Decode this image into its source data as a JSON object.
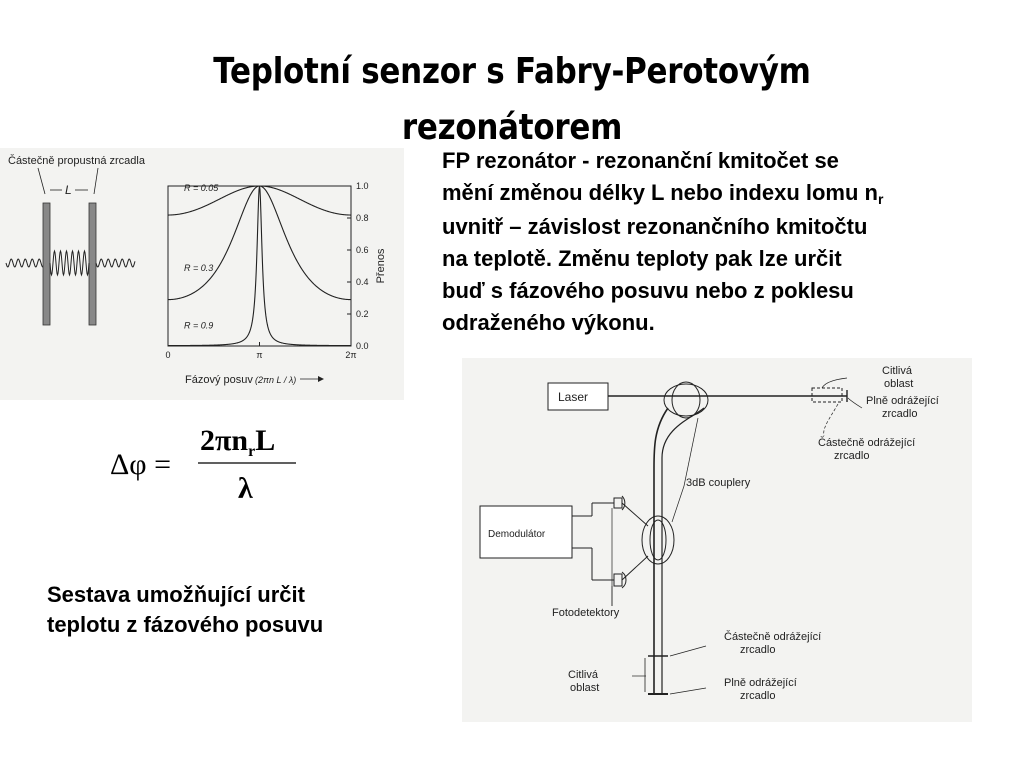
{
  "title": "Teplotní senzor s Fabry-Perotovým rezonátorem",
  "description": {
    "line1": "FP rezonátor - rezonanční kmitočet se",
    "line2_pre": "mění změnou délky L nebo indexu lomu n",
    "line2_sub": "r",
    "line3": "uvnitř – závislost rezonančního kmitočtu",
    "line4": "na teplotě. Změnu teploty pak lze určit",
    "line5": "buď s fázového posuvu nebo z poklesu",
    "line6": "odraženého výkonu."
  },
  "caption": {
    "line1": "Sestava umožňující určit",
    "line2": "teplotu z fázového posuvu"
  },
  "formula": {
    "lhs": "Δφ =",
    "numerator_pre": "2πn",
    "numerator_sub": "r",
    "numerator_post": "L",
    "denominator": "λ"
  },
  "fp_figure": {
    "mirrors_label": "Částečně propustná zrcadla",
    "length_label": "L",
    "chart_data": {
      "type": "line",
      "title": "",
      "xlabel": "Fázový posuv",
      "xlabel_formula": "(2πn L / λ)",
      "ylabel": "Přenos",
      "xticks": [
        "0",
        "π",
        "2π"
      ],
      "yticks": [
        "0.0",
        "0.2",
        "0.4",
        "0.6",
        "0.8",
        "1.0"
      ],
      "xlim": [
        0,
        6.283
      ],
      "ylim": [
        0,
        1
      ],
      "grid": false,
      "series": [
        {
          "name": "R = 0.05",
          "reflectance": 0.05
        },
        {
          "name": "R = 0.3",
          "reflectance": 0.3
        },
        {
          "name": "R = 0.9",
          "reflectance": 0.9
        }
      ]
    }
  },
  "setup_diagram": {
    "laser": "Laser",
    "demodulator": "Demodulátor",
    "couplers": "3dB couplery",
    "photodetectors": "Fotodetektory",
    "top_sensitive": "Citlivá\noblast",
    "top_full_mirror": "Plně odrážející\nzrcadlo",
    "top_partial_mirror": "Částečně odrážející\nzrcadlo",
    "bottom_partial_mirror": "Částečně odrážející\nzrcadlo",
    "bottom_sensitive": "Citlivá\noblast",
    "bottom_full_mirror": "Plně odrážející\nzrcadlo"
  }
}
